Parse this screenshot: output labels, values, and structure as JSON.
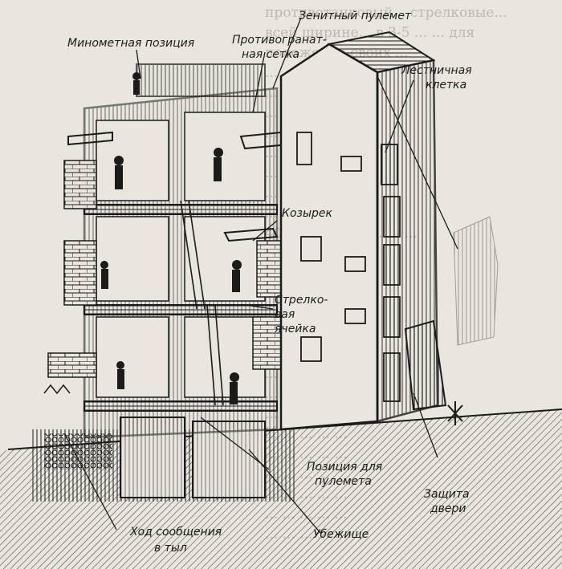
{
  "colors": {
    "paper": "#e9e6df",
    "ink": "#1d1b18",
    "faint_text": "#bdb9b1"
  },
  "labels": {
    "zenith": "Зенитный пулемет",
    "mortar": "Минометная позиция",
    "grenade_net_1": "Противогранат-",
    "grenade_net_2": "ная сетка",
    "stair_1": "Лестничная",
    "stair_2": "клетка",
    "canopy": "Козырек",
    "cell_1": "Стрелко-",
    "cell_2": "вая",
    "cell_3": "ячейка",
    "mg_pos_1": "Позиция для",
    "mg_pos_2": "пулемета",
    "door_1": "Защита",
    "door_2": "двери",
    "passage_1": "Ход сообщения",
    "passage_2": "в тыл",
    "shelter": "Убежище"
  },
  "background_text": [
    "противотанковый... стрелковые...",
    "всей ширине... в 3-5 ... ... для",
    "положение своих ...",
    "... ... ...",
    "... такой ... ... ...",
    "... ... ... ... ...",
    "... ... ... ... ...",
    "... ... ... ... ...",
    "... ... ... ... ...",
    "... ... ... ... ...",
    "... ... ... ... ...",
    "400—450 ... ... ... ... ...",
    "... ... ... ... ... ...",
    "... ... ... ... ... ...",
    "... ... ... ... ...",
    "... ... ... ... ...",
    "... ... ... ... ...",
    "... ... ... ... ...",
    "... ... ... ... ...",
    "... ... ... ...",
    "... ... ... ... ... ...",
    "... ... ... ... ...",
    "... ... ... ... ...",
    "... ... ... ...",
    "... ... ... ... ...",
    "... ... ... ... ...",
    "... ... ... ... ..."
  ]
}
